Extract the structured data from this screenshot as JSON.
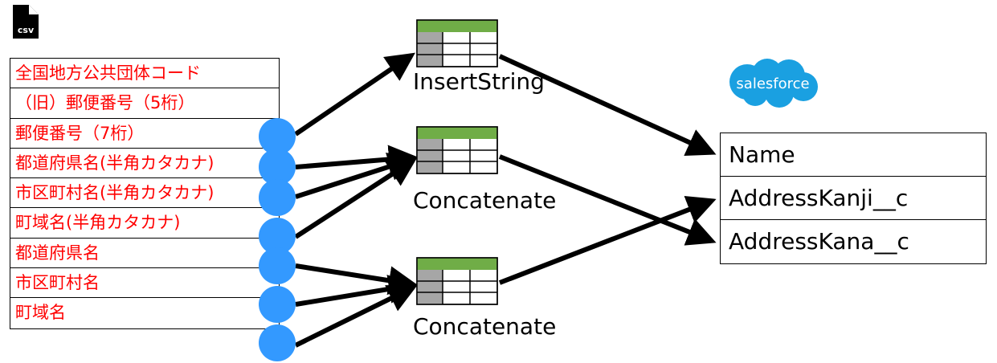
{
  "source": {
    "icon": "csv-file-icon",
    "icon_text": "csv",
    "fields": [
      "全国地方公共団体コード",
      "（旧）郵便番号（5桁）",
      "郵便番号（7桁）",
      "都道府県名(半角カタカナ)",
      "市区町村名(半角カタカナ)",
      "町域名(半角カタカナ)",
      "都道府県名",
      "市区町村名",
      "町域名"
    ]
  },
  "operations": [
    {
      "label": "InsertString",
      "icon": "table-icon",
      "inputs": [
        "郵便番号（7桁）"
      ],
      "output": "Name"
    },
    {
      "label": "Concatenate",
      "icon": "table-icon",
      "inputs": [
        "都道府県名(半角カタカナ)",
        "市区町村名(半角カタカナ)",
        "町域名(半角カタカナ)"
      ],
      "output": "AddressKana__c"
    },
    {
      "label": "Concatenate",
      "icon": "table-icon",
      "inputs": [
        "都道府県名",
        "市区町村名",
        "町域名"
      ],
      "output": "AddressKanji__c"
    }
  ],
  "target": {
    "logo_text": "salesforce",
    "fields": [
      "Name",
      "AddressKanji__c",
      "AddressKana__c"
    ]
  },
  "colors": {
    "source_text": "#ff0000",
    "connector_dot": "#3399ff",
    "table_header": "#70ad47",
    "table_side": "#a6a6a6",
    "salesforce_cloud": "#1aa0e1"
  }
}
